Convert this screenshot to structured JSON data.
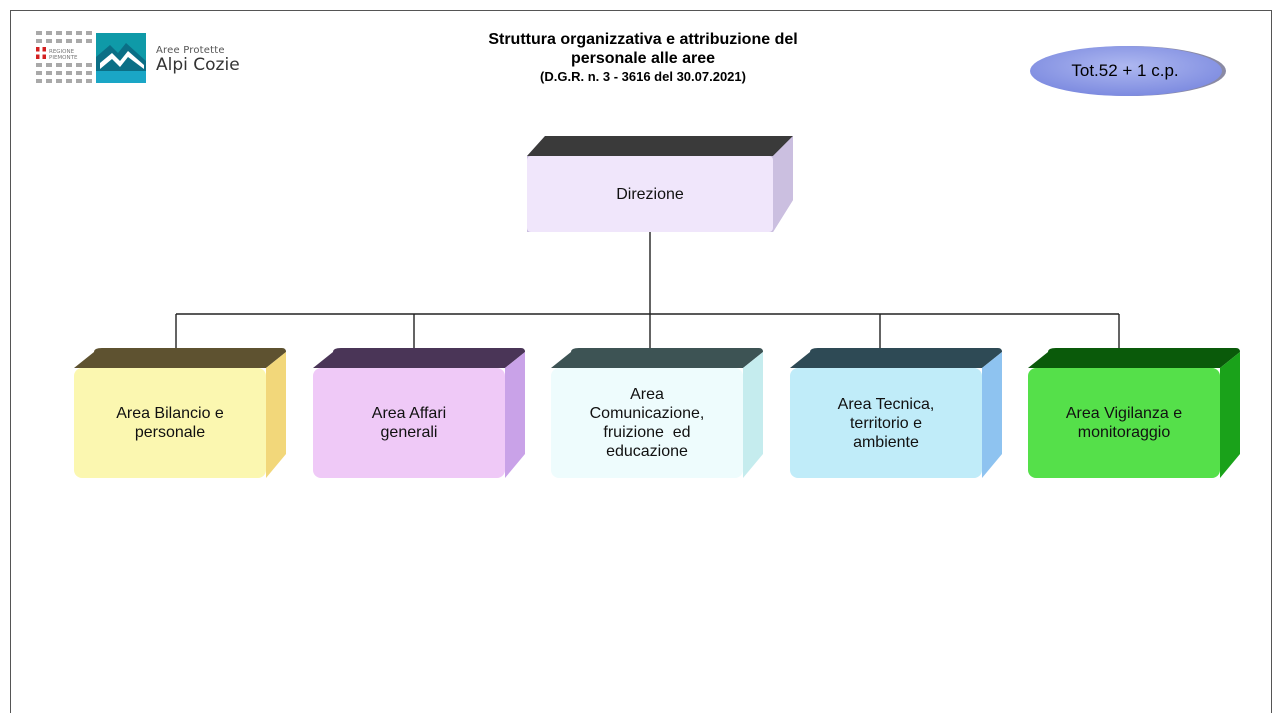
{
  "logo": {
    "region_text": "REGIONE PIEMONTE",
    "brand_small": "Aree Protette",
    "brand_big": "Alpi Cozie"
  },
  "title": {
    "line1": "Struttura organizzativa e attribuzione del",
    "line2": "personale alle aree",
    "line3": "(D.G.R. n. 3 - 3616 del 30.07.2021)"
  },
  "total": {
    "label": "Tot.52 + 1 c.p.",
    "fill": "#8e9be8"
  },
  "root": {
    "label": "Direzione",
    "face": "#f0e6fb",
    "top": "#3a3a3a",
    "side": "#cbbfe0"
  },
  "areas": [
    {
      "label_lines": [
        "Area Bilancio e",
        "personale"
      ],
      "face": "#fbf7b0",
      "top": "#5e5230",
      "side": "#f2d77a"
    },
    {
      "label_lines": [
        "Area Affari",
        "generali"
      ],
      "face": "#efc9f7",
      "top": "#4a3557",
      "side": "#c9a2e8"
    },
    {
      "label_lines": [
        "Area",
        "Comunicazione,",
        "fruizione  ed",
        "educazione"
      ],
      "face": "#eefcfd",
      "top": "#3d5354",
      "side": "#c5ecee"
    },
    {
      "label_lines": [
        "Area Tecnica,",
        "territorio e",
        "ambiente"
      ],
      "face": "#c0ecf9",
      "top": "#2e4a55",
      "side": "#8ec3f0"
    },
    {
      "label_lines": [
        "Area Vigilanza e",
        "monitoraggio"
      ],
      "face": "#55e04a",
      "top": "#0a5a0a",
      "side": "#1aa21a"
    }
  ],
  "colors": {
    "connector": "#222222",
    "border": "#555555"
  }
}
